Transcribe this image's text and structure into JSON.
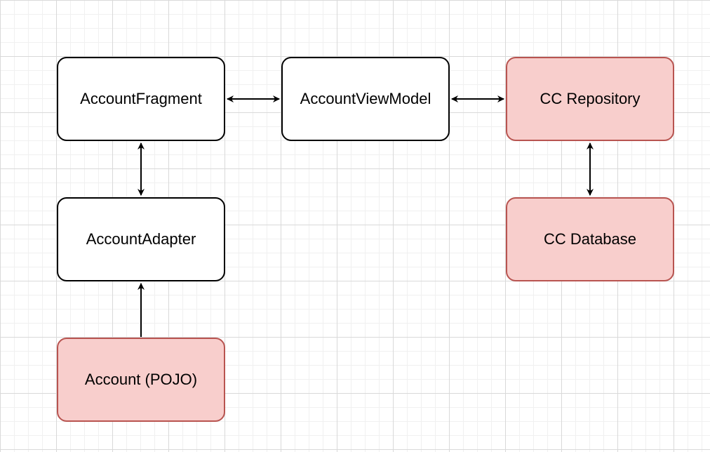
{
  "nodes": {
    "account_fragment": "AccountFragment",
    "account_view_model": "AccountViewModel",
    "cc_repository": "CC Repository",
    "account_adapter": "AccountAdapter",
    "cc_database": "CC Database",
    "account_pojo": "Account (POJO)"
  },
  "colors": {
    "plain_fill": "#ffffff",
    "plain_stroke": "#000000",
    "data_fill": "#f8cecc",
    "data_stroke": "#b85450",
    "edge": "#000000"
  },
  "edges": [
    {
      "from": "account_fragment",
      "to": "account_view_model",
      "direction": "both"
    },
    {
      "from": "account_view_model",
      "to": "cc_repository",
      "direction": "both"
    },
    {
      "from": "account_fragment",
      "to": "account_adapter",
      "direction": "both"
    },
    {
      "from": "cc_repository",
      "to": "cc_database",
      "direction": "both"
    },
    {
      "from": "account_pojo",
      "to": "account_adapter",
      "direction": "forward"
    }
  ]
}
